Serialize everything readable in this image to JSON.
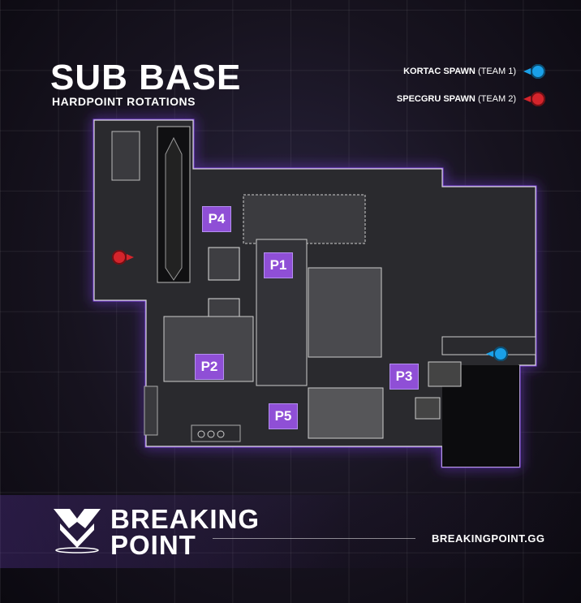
{
  "header": {
    "title": "SUB BASE",
    "subtitle": "HARDPOINT ROTATIONS"
  },
  "legend": {
    "team1_bold": "KORTAC SPAWN",
    "team1_light": "(TEAM 1)",
    "team2_bold": "SPECGRU SPAWN",
    "team2_light": "(TEAM 2)"
  },
  "hardpoints": [
    "P1",
    "P2",
    "P3",
    "P4",
    "P5"
  ],
  "brand": {
    "line1": "BREAKING",
    "line2": "POINT",
    "website": "BREAKINGPOINT.GG"
  },
  "colors": {
    "hardpoint": "#8f4fd6",
    "team1": "#1aa0e8",
    "team2": "#d4242b",
    "map_outline_glow": "#7b3fe0"
  },
  "icons": {
    "team1_spawn": "blue-spawn-pin-icon",
    "team2_spawn": "red-spawn-pin-icon",
    "logo": "breaking-point-logo-icon"
  }
}
